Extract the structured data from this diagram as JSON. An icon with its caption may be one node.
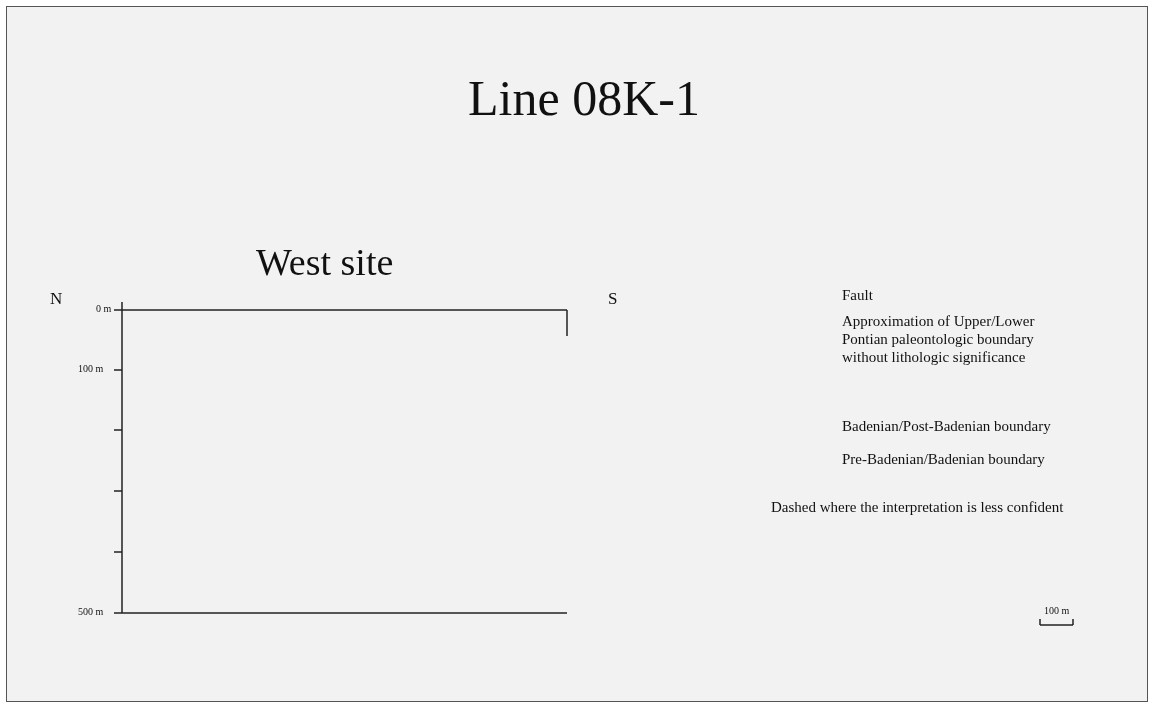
{
  "diagram": {
    "title": "Line 08K-1",
    "labels": [
      "West site",
      "Fault",
      "N",
      "0 m",
      "S",
      "Approximation of Upper/Lower Pontian paleontologic boundary without lithologic significance",
      "100 m",
      "Badenian/Post-Badenian boundary",
      "Pre-Badenian/Badenian boundary",
      "Dashed where the interpretation is less confident",
      "100 m",
      "500 m"
    ]
  }
}
